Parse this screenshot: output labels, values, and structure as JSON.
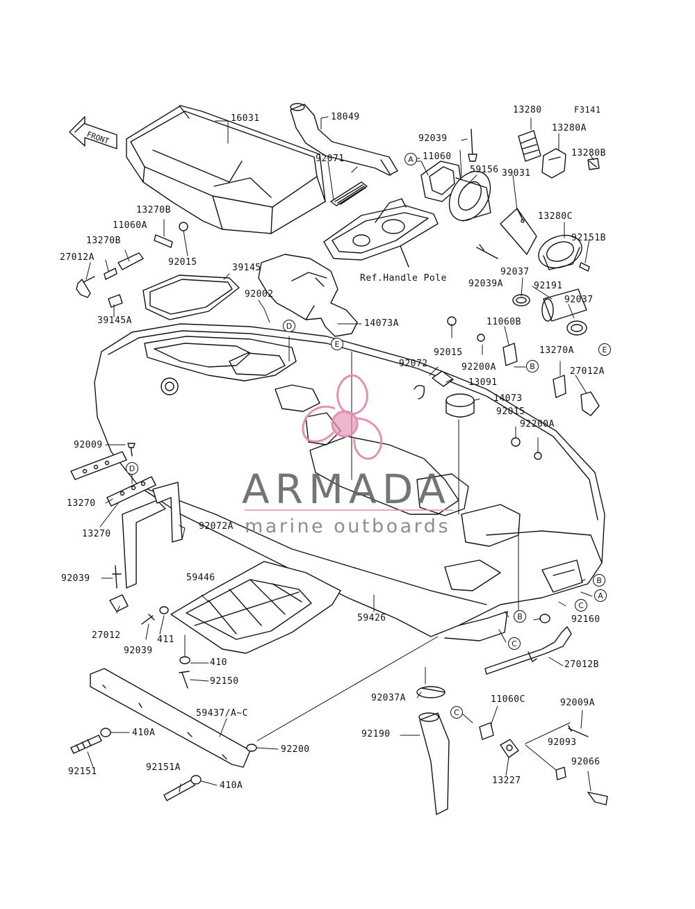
{
  "figure_code": "F3141",
  "front_label": "FRONT",
  "watermark": {
    "brand": "ARMADA",
    "tagline": "marine outboards",
    "color": "#e58fb4"
  },
  "reference_note": "Ref.Handle Pole",
  "callouts": {
    "a1": "A",
    "a2": "A",
    "b1": "B",
    "b2": "B",
    "b3": "B",
    "c1": "C",
    "c2": "C",
    "c3": "C",
    "d1": "D",
    "d2": "D",
    "e1": "E",
    "e2": "E"
  },
  "parts": {
    "p16031": "16031",
    "p18049": "18049",
    "p92039a": "92039",
    "p11060": "11060",
    "p59156": "59156",
    "p13280": "13280",
    "p13280a": "13280A",
    "p13280b": "13280B",
    "p39031": "39031",
    "p13280c": "13280C",
    "p92151b": "92151B",
    "p92071": "92071",
    "p13270b": "13270B",
    "p11060a": "11060A",
    "p13270b2": "13270B",
    "p92015a": "92015",
    "p27012a": "27012A",
    "p39145": "39145",
    "p39145a": "39145A",
    "p92002": "92002",
    "p14073a": "14073A",
    "p92037a": "92037",
    "p92039A": "92039A",
    "p92191": "92191",
    "p92037b": "92037",
    "p11060b": "11060B",
    "p92015b": "92015",
    "p13270a": "13270A",
    "p92200a1": "92200A",
    "p27012a2": "27012A",
    "p92072": "92072",
    "p13091": "13091",
    "p14073": "14073",
    "p92015c": "92015",
    "p92200a2": "92200A",
    "p92009": "92009",
    "p13270_1": "13270",
    "p13270_2": "13270",
    "p92072a": "92072A",
    "p92039b": "92039",
    "p59446": "59446",
    "p27012": "27012",
    "p92039c": "92039",
    "p411": "411",
    "p59426": "59426",
    "p410": "410",
    "p92150": "92150",
    "p92160": "92160",
    "p27012b": "27012B",
    "p92037A": "92037A",
    "p11060c": "11060C",
    "p92009a": "92009A",
    "p59437": "59437/A~C",
    "p410a1": "410A",
    "p92200": "92200",
    "p92190": "92190",
    "p92093": "92093",
    "p92151": "92151",
    "p92151a": "92151A",
    "p410a2": "410A",
    "p13227": "13227",
    "p92066": "92066"
  }
}
